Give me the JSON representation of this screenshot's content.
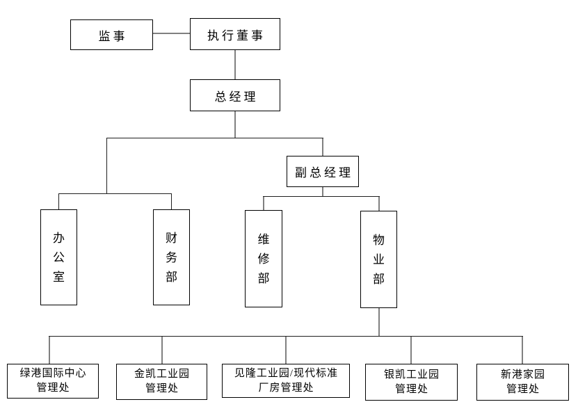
{
  "diagram": {
    "type": "org-chart",
    "title": "",
    "nodes": {
      "supervisor": {
        "label": "监事"
      },
      "executive_director": {
        "label": "执行董事"
      },
      "general_manager": {
        "label": "总经理"
      },
      "deputy_general_manager": {
        "label": "副总经理"
      },
      "office": {
        "label": "办公室",
        "orientation": "vertical"
      },
      "finance_dept": {
        "label": "财务部",
        "orientation": "vertical"
      },
      "maintenance_dept": {
        "label": "维修部",
        "orientation": "vertical"
      },
      "property_dept": {
        "label": "物业部",
        "orientation": "vertical"
      },
      "lvgang_office": {
        "label": "绿港国际中心\n管理处"
      },
      "jinkai_office": {
        "label": "金凯工业园\n管理处"
      },
      "jianlong_office": {
        "label": "见隆工业园/现代标准\n厂房管理处"
      },
      "yinkai_office": {
        "label": "银凯工业园\n管理处"
      },
      "xingang_office": {
        "label": "新港家园\n管理处"
      }
    },
    "edges": [
      {
        "from": "supervisor",
        "to": "executive_director"
      },
      {
        "from": "executive_director",
        "to": "general_manager"
      },
      {
        "from": "general_manager",
        "to": "office"
      },
      {
        "from": "general_manager",
        "to": "finance_dept"
      },
      {
        "from": "general_manager",
        "to": "deputy_general_manager"
      },
      {
        "from": "deputy_general_manager",
        "to": "maintenance_dept"
      },
      {
        "from": "deputy_general_manager",
        "to": "property_dept"
      },
      {
        "from": "property_dept",
        "to": "lvgang_office"
      },
      {
        "from": "property_dept",
        "to": "jinkai_office"
      },
      {
        "from": "property_dept",
        "to": "jianlong_office"
      },
      {
        "from": "property_dept",
        "to": "yinkai_office"
      },
      {
        "from": "property_dept",
        "to": "xingang_office"
      }
    ],
    "colors": {
      "background": "#ffffff",
      "box_border": "#000000",
      "text": "#000000",
      "connector_gray": "#808080",
      "connector_dark": "#1f1f1f"
    }
  }
}
